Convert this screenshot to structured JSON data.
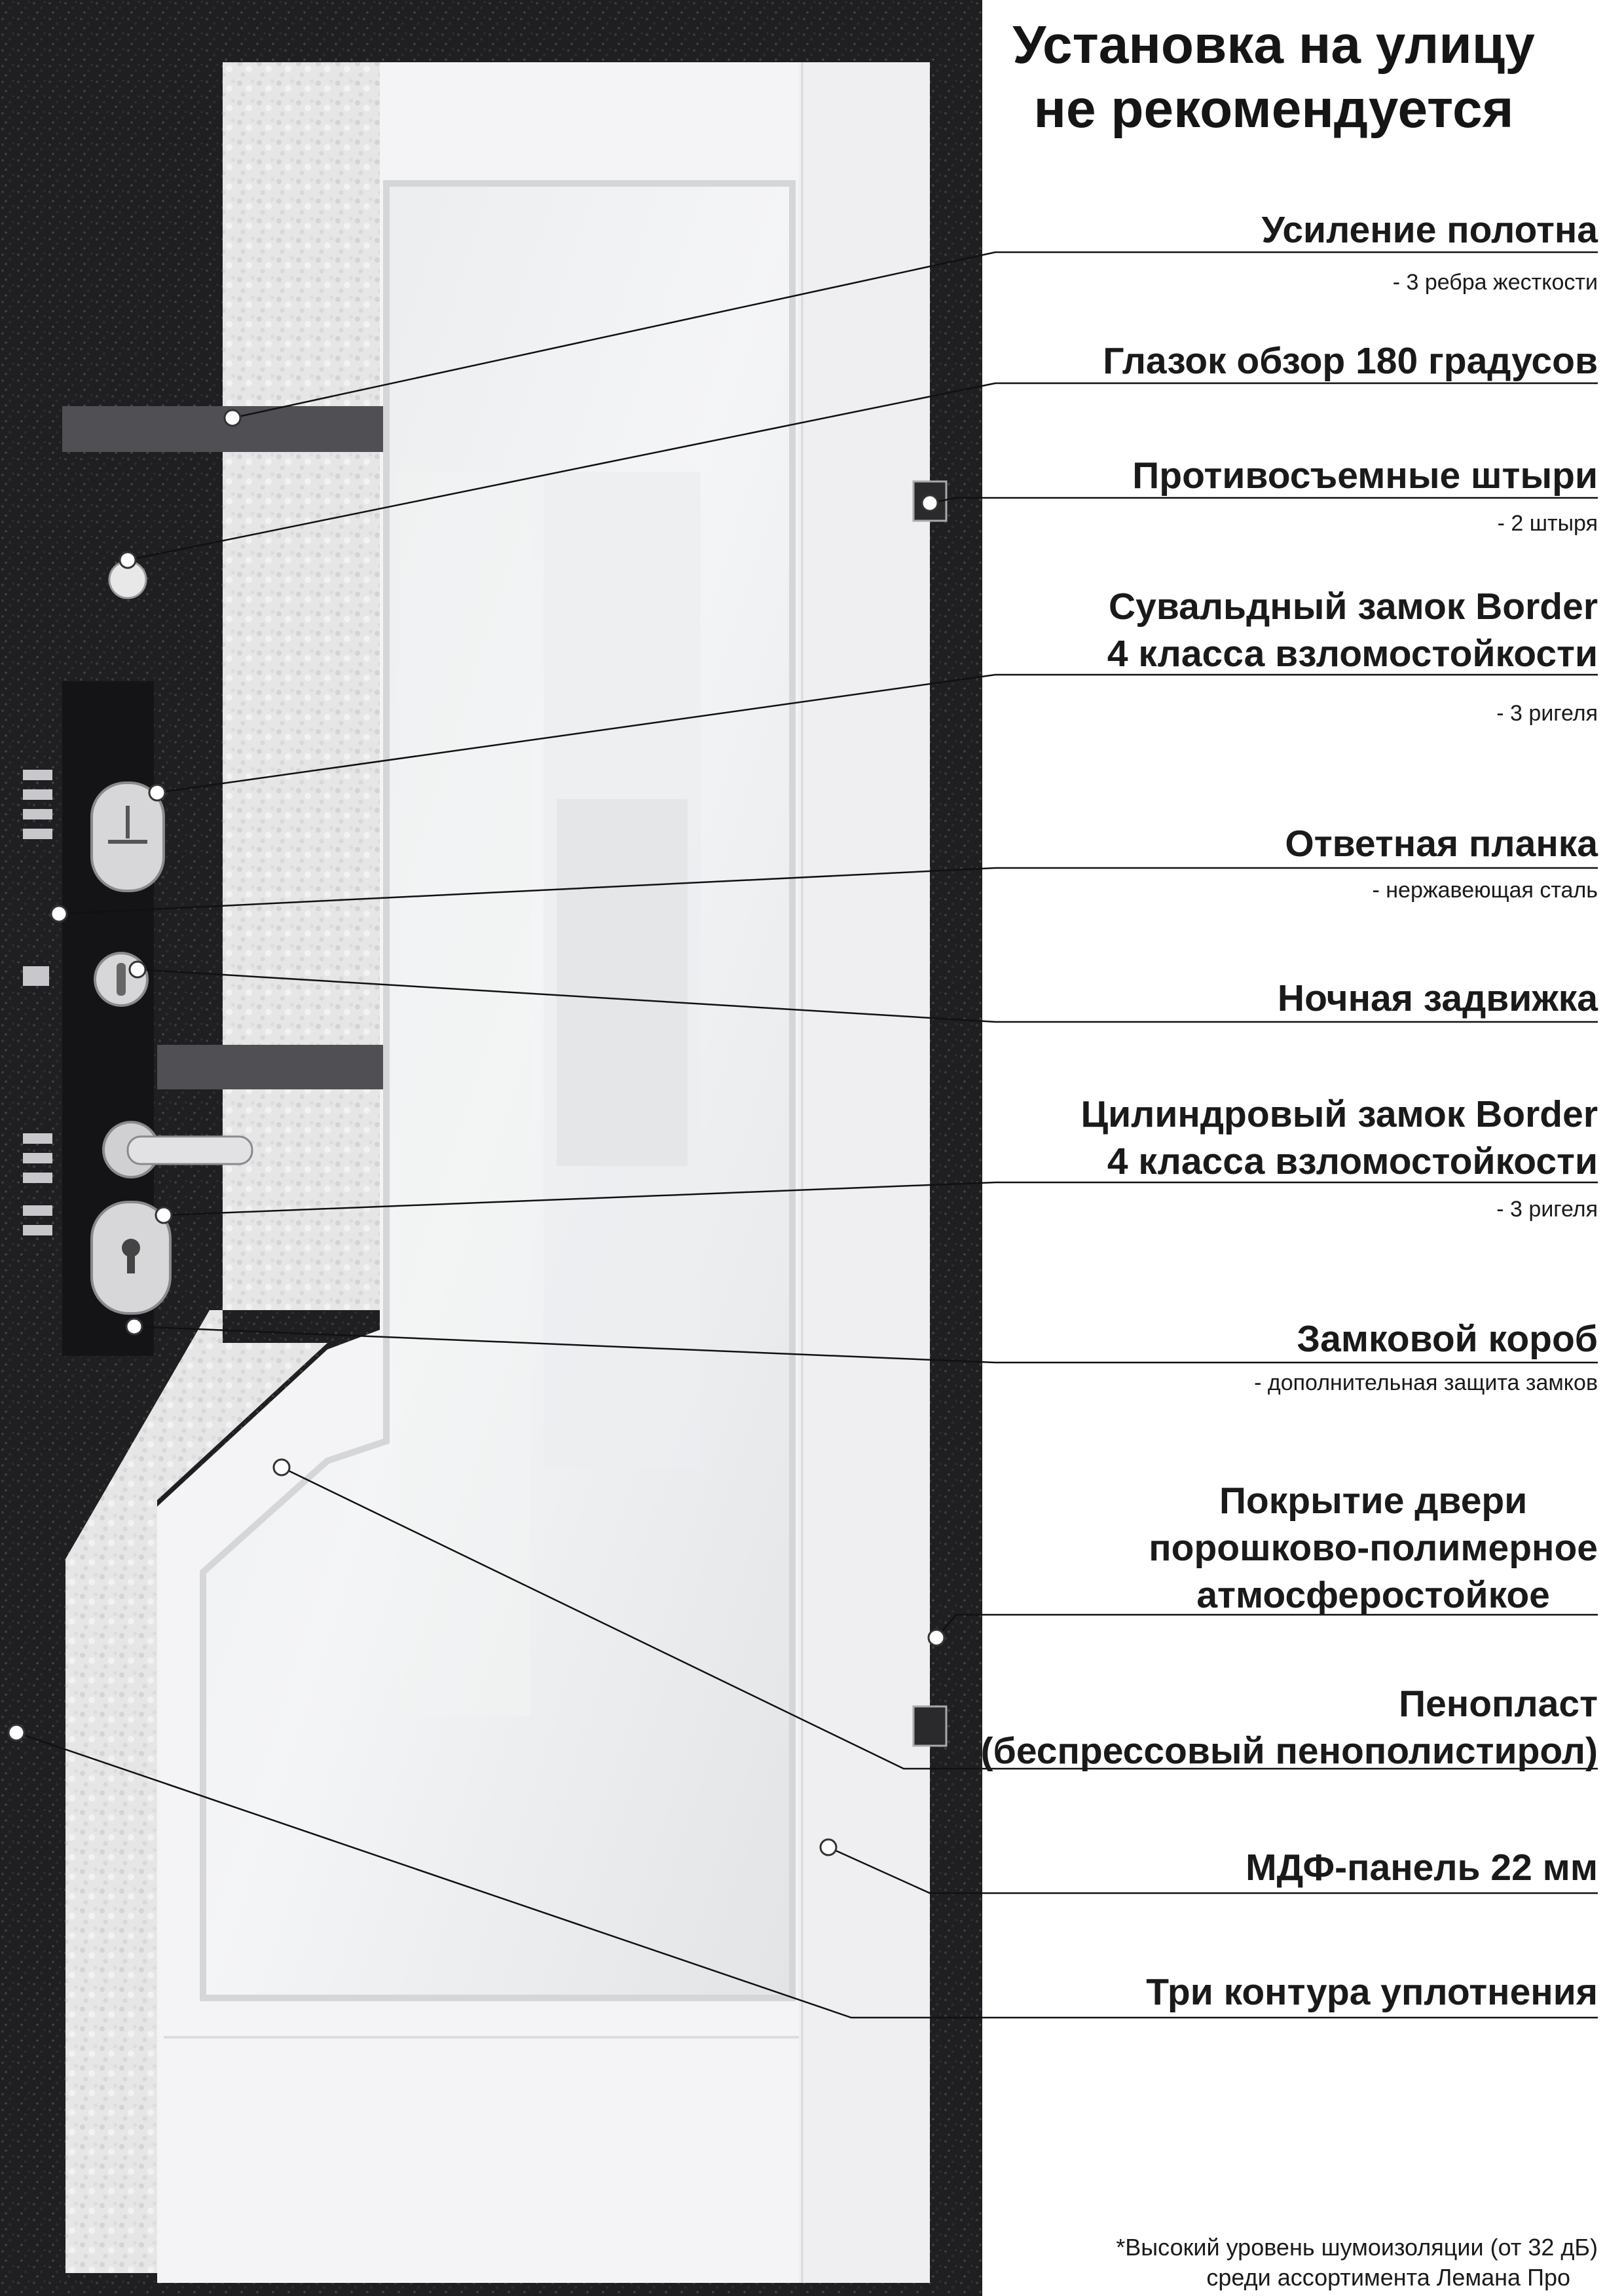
{
  "heading": {
    "line1": "Установка на улицу",
    "line2": "не рекомендуется"
  },
  "features": [
    {
      "title": "Усиление полотна",
      "detail": "- 3 ребра жесткости"
    },
    {
      "title": "Глазок обзор 180 градусов",
      "detail": ""
    },
    {
      "title": "Противосъемные штыри",
      "detail": "- 2 штыря"
    },
    {
      "title_lines": [
        "Сувальдный замок Border",
        "4 класса взломостойкости"
      ],
      "detail": "- 3 ригеля"
    },
    {
      "title": "Ответная планка",
      "detail": "- нержавеющая сталь"
    },
    {
      "title": "Ночная задвижка",
      "detail": ""
    },
    {
      "title_lines": [
        "Цилиндровый замок Border",
        "4 класса взломостойкости"
      ],
      "detail": "- 3 ригеля"
    },
    {
      "title": "Замковой короб",
      "detail": "- дополнительная защита замков"
    },
    {
      "title_lines": [
        "Покрытие двери",
        "порошково-полимерное",
        "атмосферостойкое"
      ],
      "detail": ""
    },
    {
      "title_lines": [
        "Пенопласт",
        "(беспрессовый пенополистирол)"
      ],
      "detail": ""
    },
    {
      "title": "МДФ-панель 22 мм",
      "detail": ""
    },
    {
      "title": "Три контура уплотнения",
      "detail": ""
    }
  ],
  "footnote": {
    "line1": "*Высокий уровень шумоизоляции (от 32 дБ)",
    "line2": "среди ассортимента Лемана Про"
  },
  "colors": {
    "frame": "#1c1c1e",
    "panel": "#f3f3f5",
    "mirror": "#e6e8ea",
    "texture": "#e2e2e2",
    "steel": "#555559",
    "leader": "#111111"
  }
}
